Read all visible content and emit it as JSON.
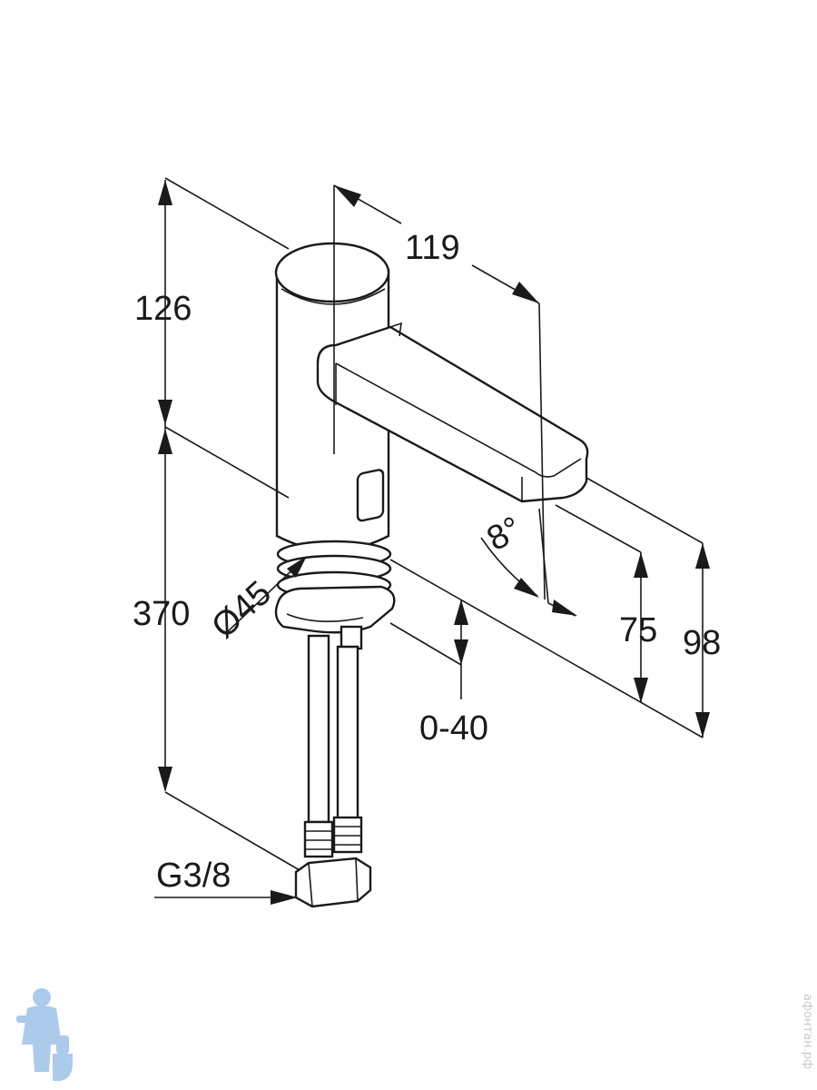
{
  "dimensions": {
    "height_top": "126",
    "spout_reach": "119",
    "angle": "8°",
    "height_total": "370",
    "diameter": "Ø45",
    "adjust_range": "0-40",
    "spout_height": "75",
    "spout_outlet_height": "98",
    "connection_thread": "G3/8"
  },
  "watermark": {
    "site": "афонтан.рф"
  },
  "colors": {
    "line": "#1a1a1a",
    "logo": "#6a9fd8",
    "watermark": "#c8c8c8"
  }
}
